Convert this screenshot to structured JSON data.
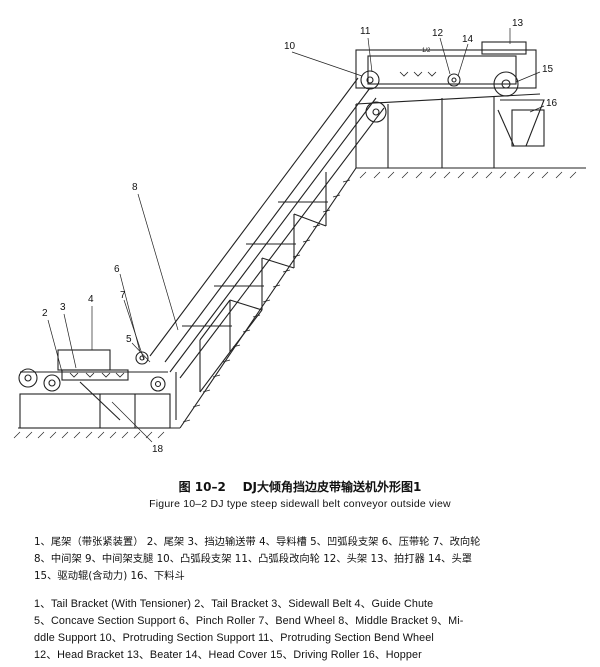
{
  "figure": {
    "caption_cn_num": "图 10–2",
    "caption_cn_text": "DJ大倾角挡边皮带输送机外形图1",
    "caption_en": "Figure 10–2 DJ type steep sidewall belt conveyor outside view",
    "top_label": "1/2"
  },
  "callouts": [
    "2",
    "3",
    "4",
    "5",
    "6",
    "7",
    "8",
    "10",
    "11",
    "12",
    "13",
    "14",
    "15",
    "16",
    "18"
  ],
  "legend_cn": [
    "1、尾架（带张紧装置） 2、尾架 3、挡边输送带 4、导料槽 5、凹弧段支架 6、压带轮 7、改向轮",
    "8、中间架 9、中间架支腿 10、凸弧段支架 11、凸弧段改向轮 12、头架 13、拍打器 14、头罩",
    "15、驱动辊(含动力) 16、下料斗"
  ],
  "legend_en": [
    "1、Tail Bracket (With Tensioner) 2、Tail Bracket 3、Sidewall Belt 4、Guide Chute",
    "5、Concave Section Support 6、Pinch Roller 7、Bend Wheel 8、Middle Bracket 9、Mi-",
    "ddle Support 10、Protruding Section Support 11、Protruding Section Bend Wheel",
    "12、Head Bracket 13、Beater 14、Head Cover 15、Driving Roller 16、Hopper"
  ]
}
